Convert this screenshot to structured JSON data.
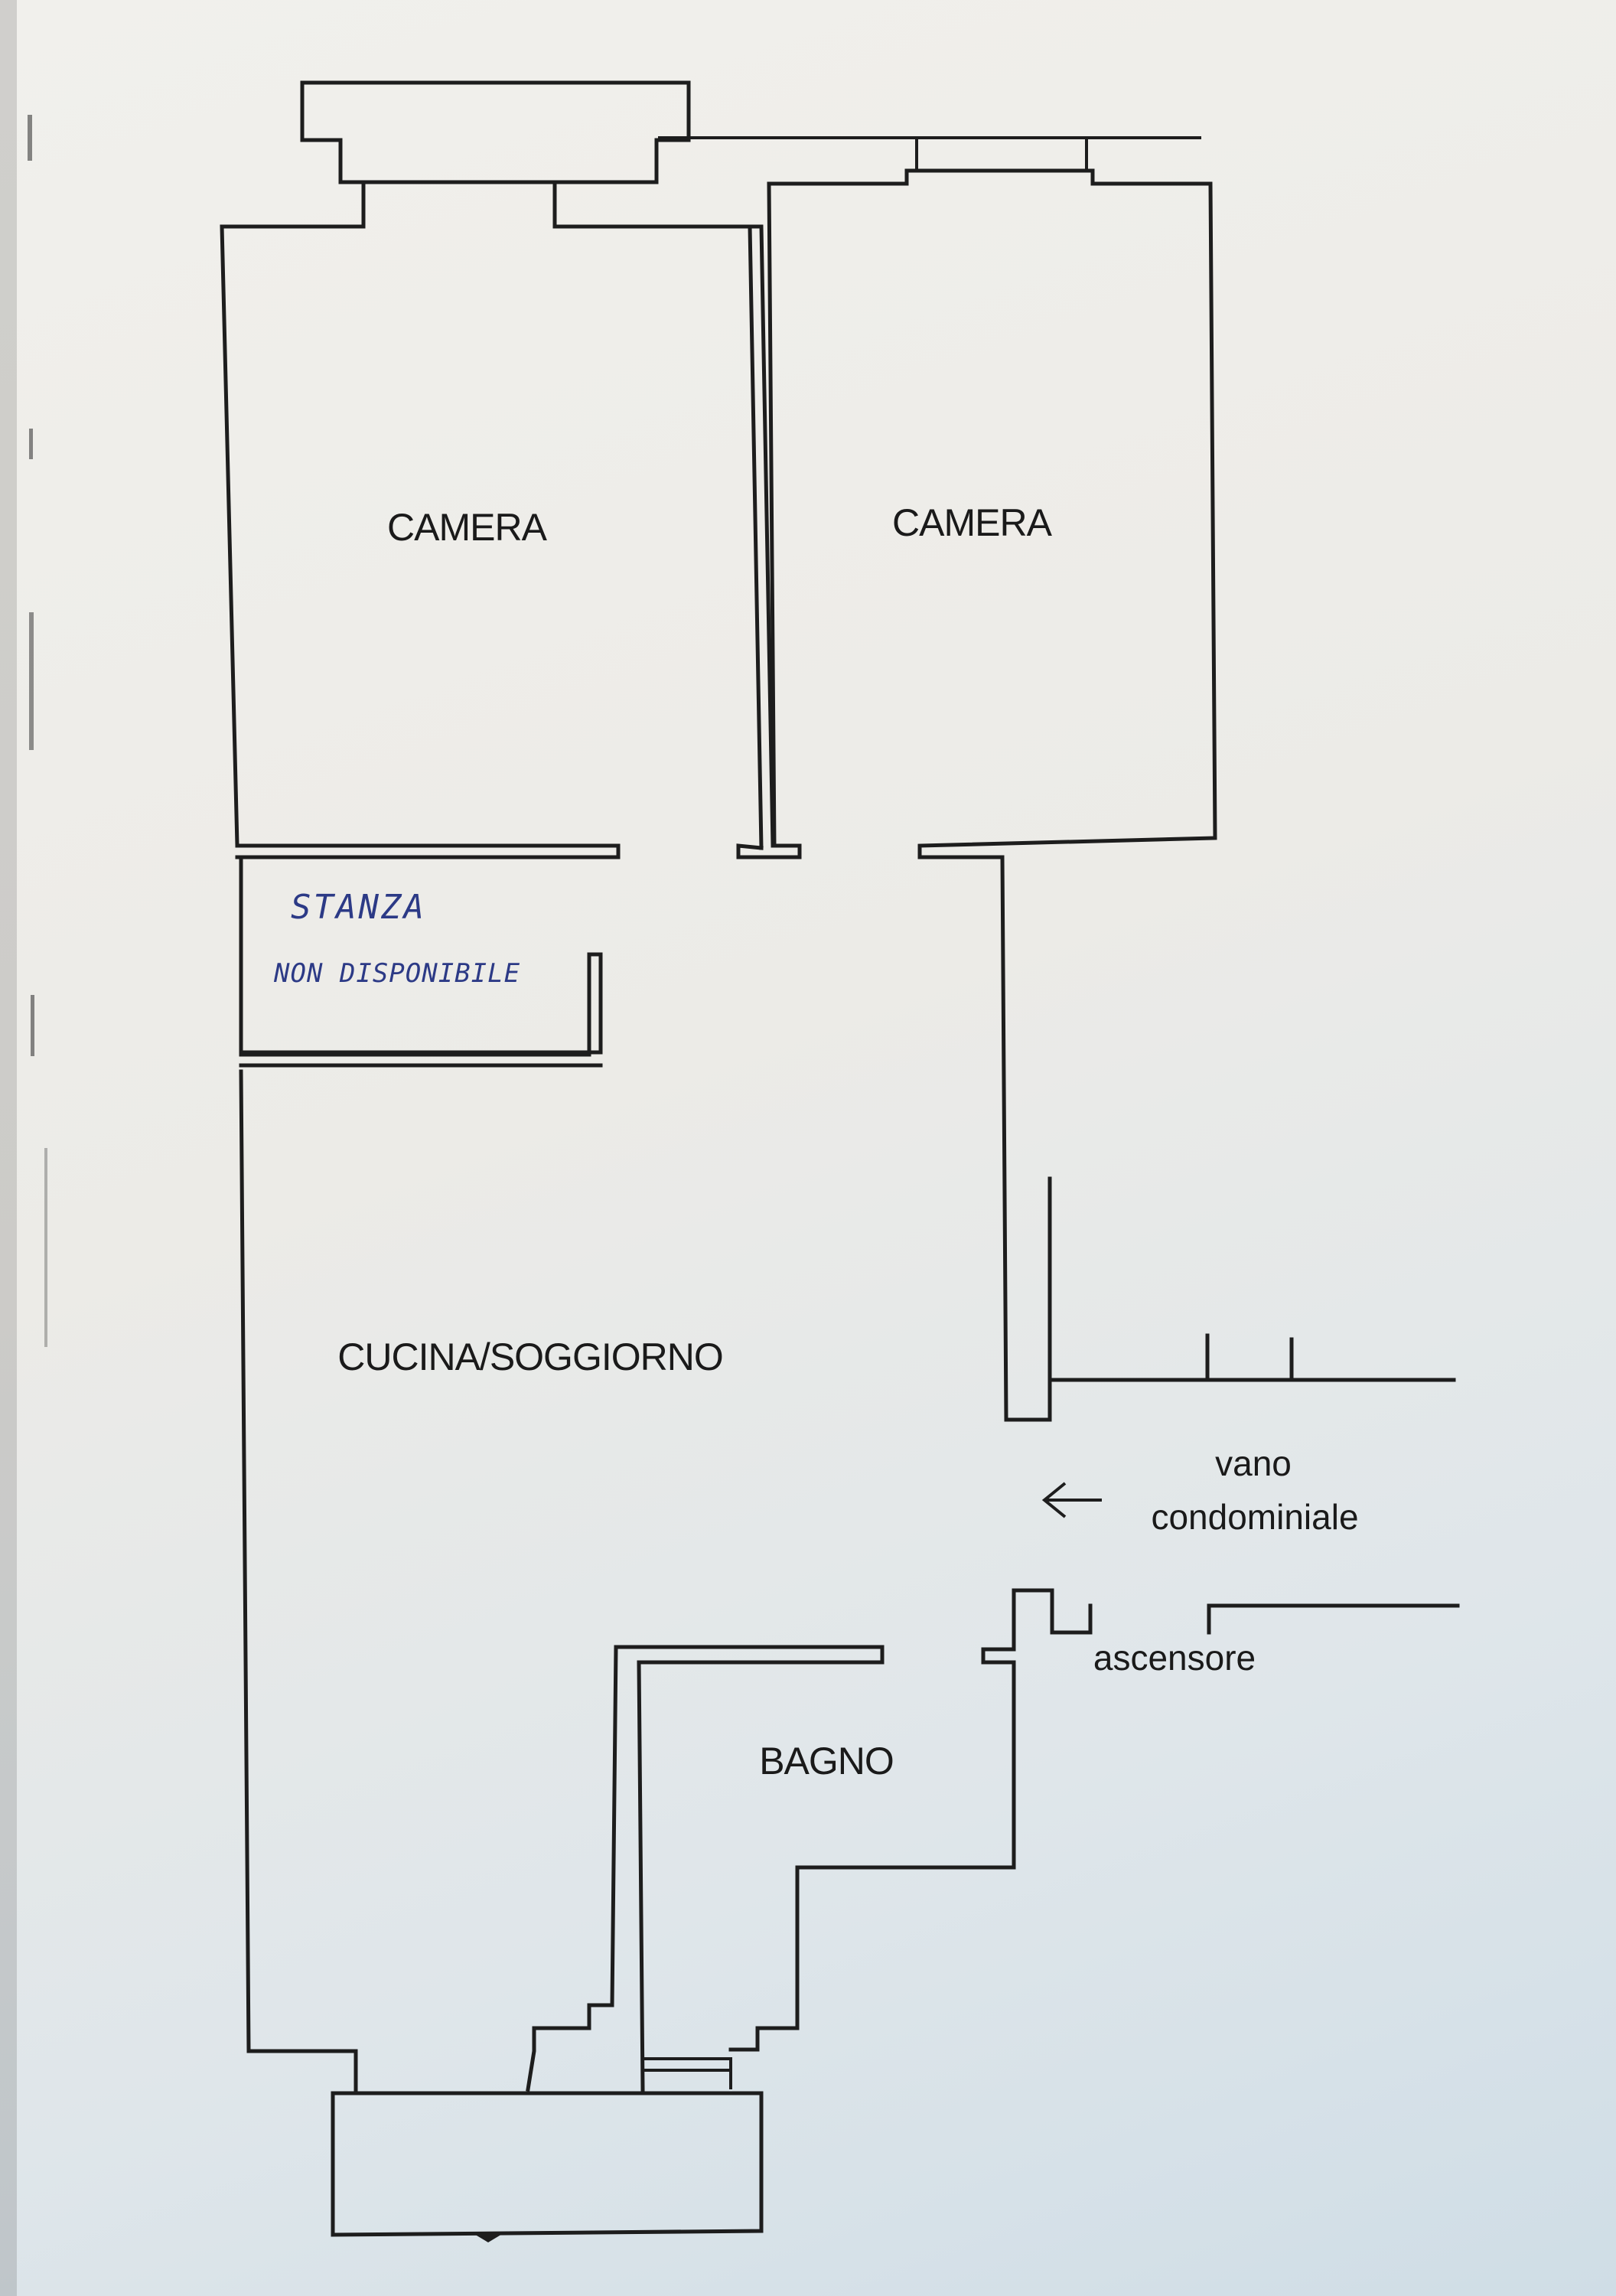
{
  "rooms": {
    "camera_left": "CAMERA",
    "camera_right": "CAMERA",
    "stanza_title": "STANZA",
    "stanza_note": "NON DISPONIBILE",
    "cucina": "CUCINA/SOGGIORNO",
    "bagno": "BAGNO"
  },
  "outside": {
    "vano_line1": "vano",
    "vano_line2": "condominiale",
    "ascensore": "ascensore"
  },
  "colors": {
    "wall": "#1d1d1d",
    "handwriting": "#2c3a86",
    "paper": "#efeeea"
  }
}
